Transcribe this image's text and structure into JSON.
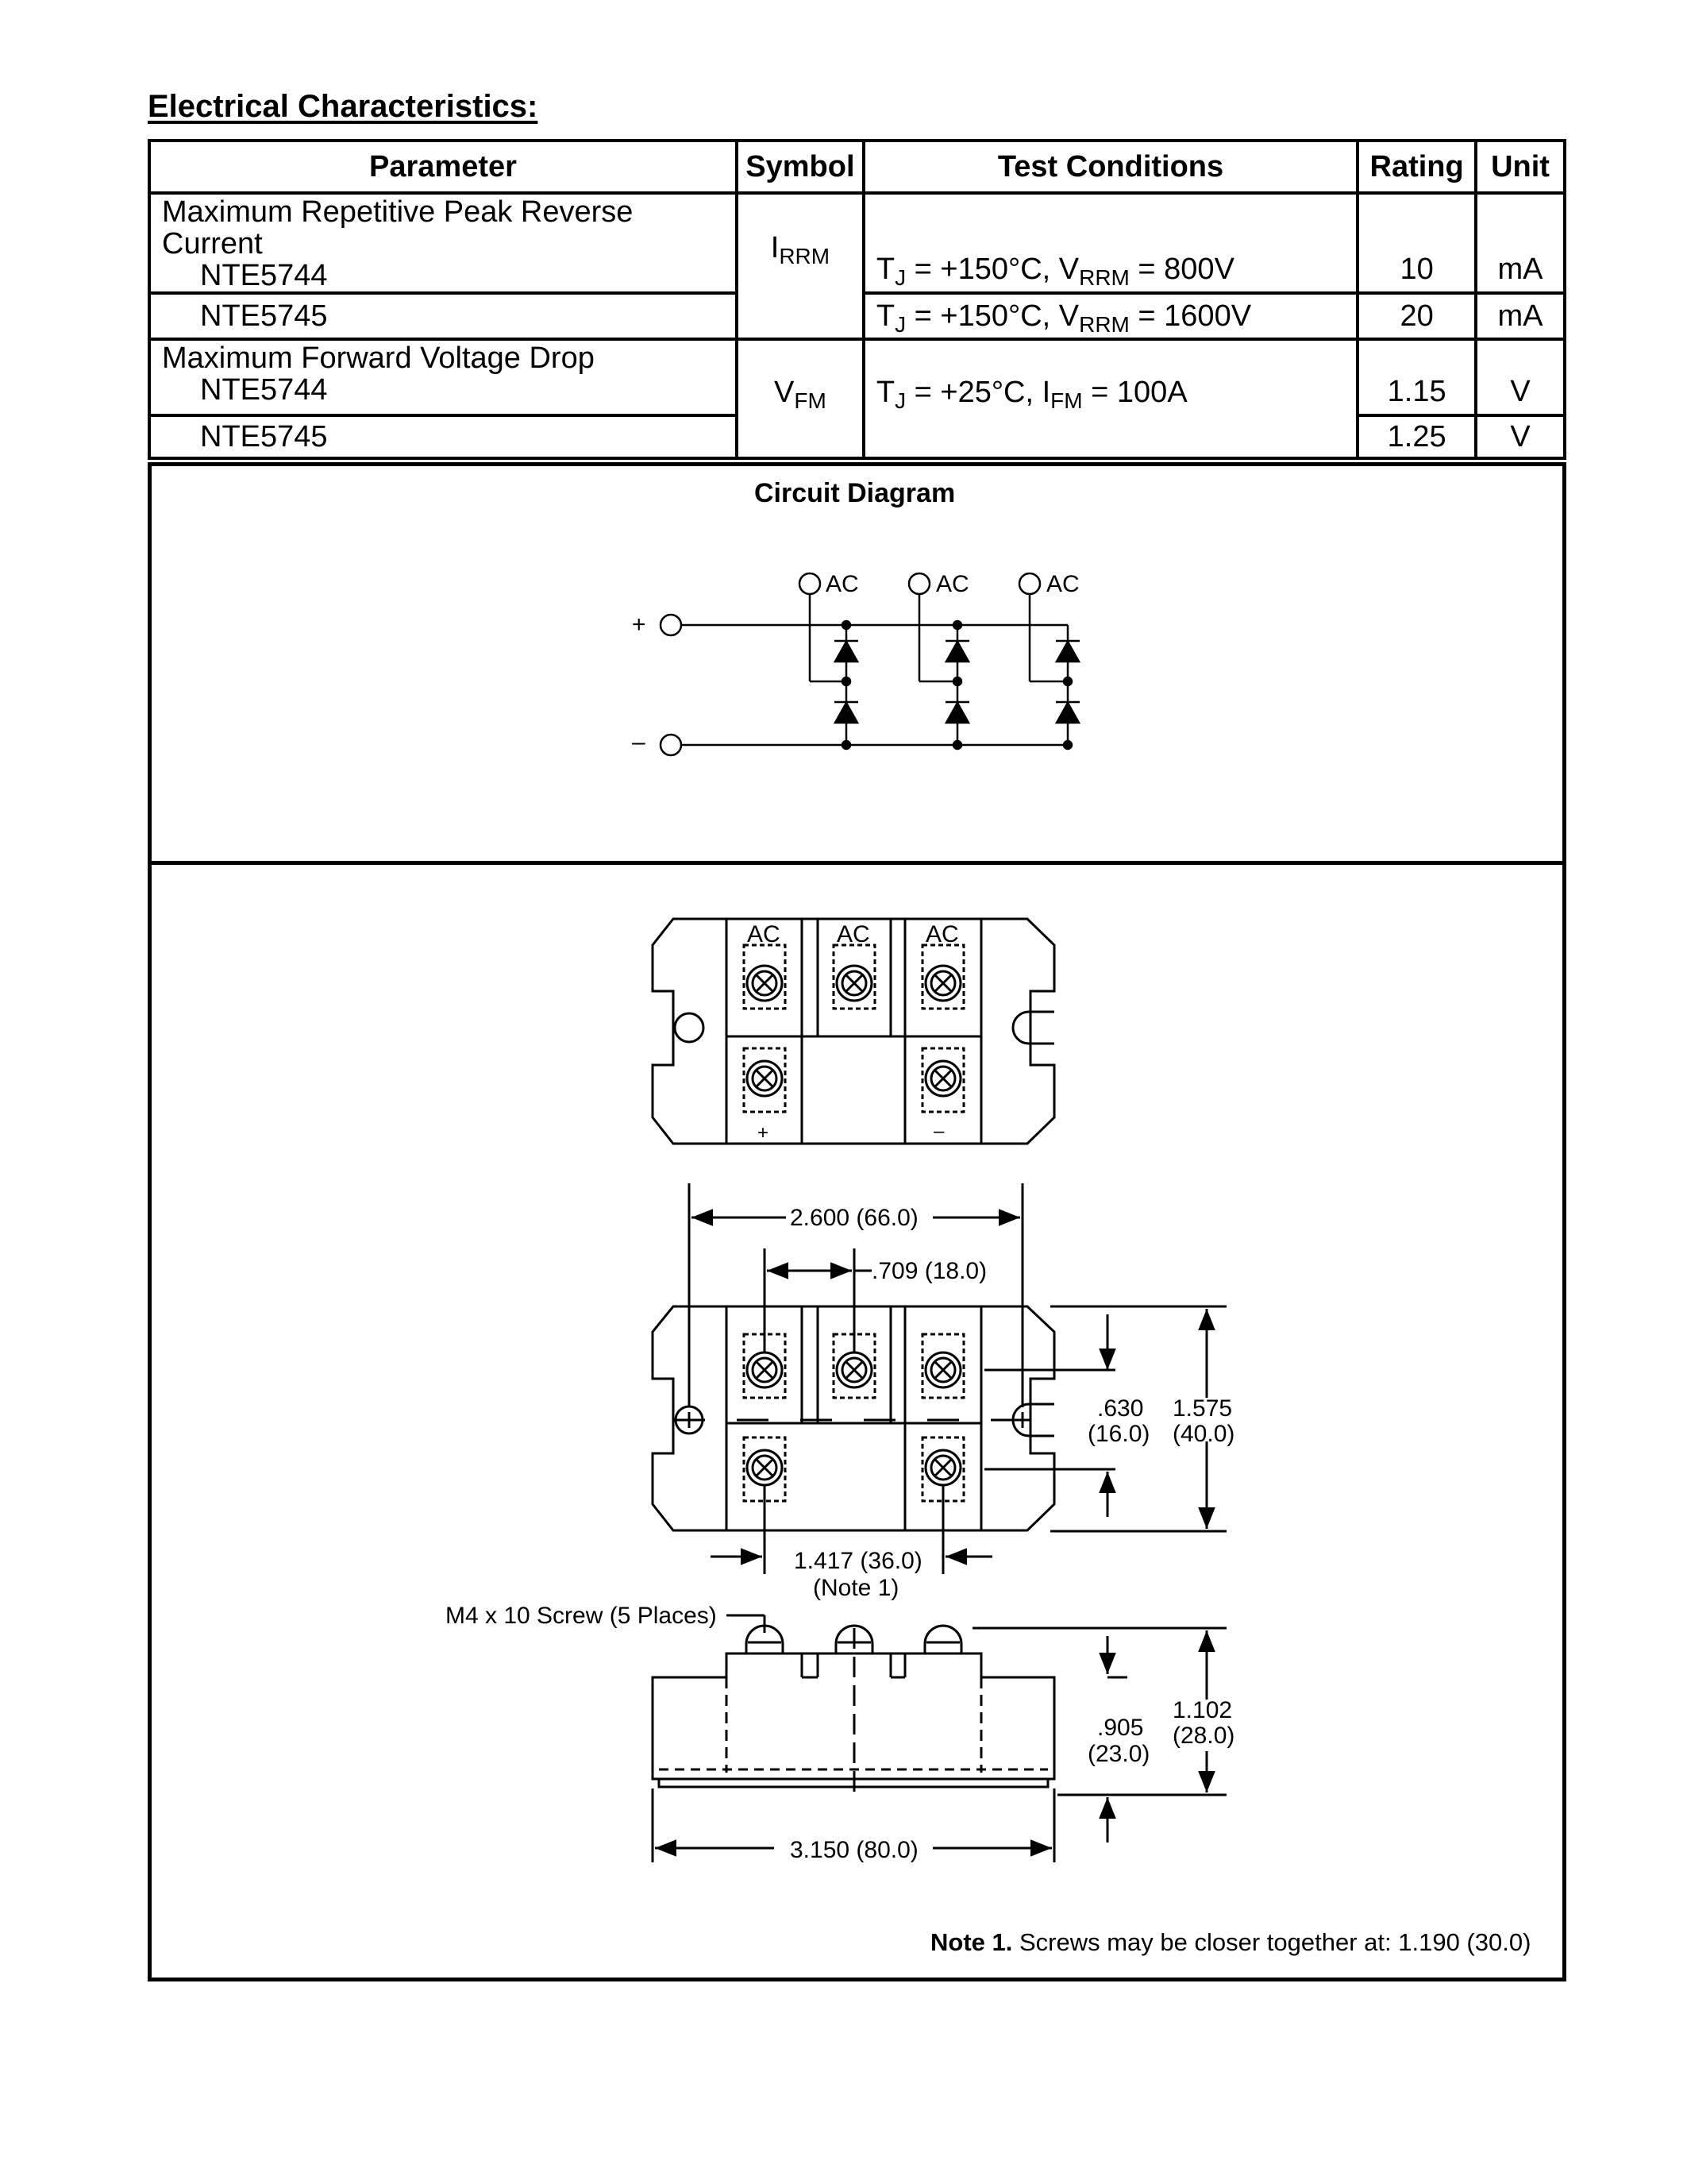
{
  "heading": "Electrical Characteristics:",
  "table": {
    "headers": [
      "Parameter",
      "Symbol",
      "Test Conditions",
      "Rating",
      "Unit"
    ],
    "irrm": {
      "param": "Maximum Repetitive Peak Reverse Current",
      "sym_main": "I",
      "sym_sub": "RRM",
      "rows": [
        {
          "device": "NTE5744",
          "tj": "T",
          "tj_sub": "J",
          "cond_a": " = +150°C, V",
          "cond_sub": "RRM",
          "cond_b": " = 800V",
          "rating": "10",
          "unit": "mA"
        },
        {
          "device": "NTE5745",
          "tj": "T",
          "tj_sub": "J",
          "cond_a": " = +150°C, V",
          "cond_sub": "RRM",
          "cond_b": " = 1600V",
          "rating": "20",
          "unit": "mA"
        }
      ]
    },
    "vfm": {
      "param": "Maximum Forward Voltage Drop",
      "sym_main": "V",
      "sym_sub": "FM",
      "tj": "T",
      "tj_sub": "J",
      "cond_a": " = +25°C, I",
      "cond_sub": "FM",
      "cond_b": " = 100A",
      "rows": [
        {
          "device": "NTE5744",
          "rating": "1.15",
          "unit": "V"
        },
        {
          "device": "NTE5745",
          "rating": "1.25",
          "unit": "V"
        }
      ]
    }
  },
  "circuit": {
    "title": "Circuit Diagram",
    "ac_label": "AC",
    "plus": "+",
    "minus": "–"
  },
  "package": {
    "ac_label": "AC",
    "plus": "+",
    "minus": "–",
    "dim_width_holes": "2.600 (66.0)",
    "dim_pitch": ".709 (18.0)",
    "dim_630": ".630",
    "dim_630_mm": "(16.0)",
    "dim_1575": "1.575",
    "dim_1575_mm": "(40.0)",
    "dim_1417": "1.417 (36.0)",
    "dim_1417_note": "(Note 1)",
    "screw_label": "M4 x 10 Screw (5 Places)",
    "dim_905": ".905",
    "dim_905_mm": "(23.0)",
    "dim_1102": "1.102",
    "dim_1102_mm": "(28.0)",
    "dim_overall": "3.150 (80.0)"
  },
  "note": {
    "label": "Note 1.",
    "text": " Screws may be closer together at:  1.190 (30.0)"
  }
}
